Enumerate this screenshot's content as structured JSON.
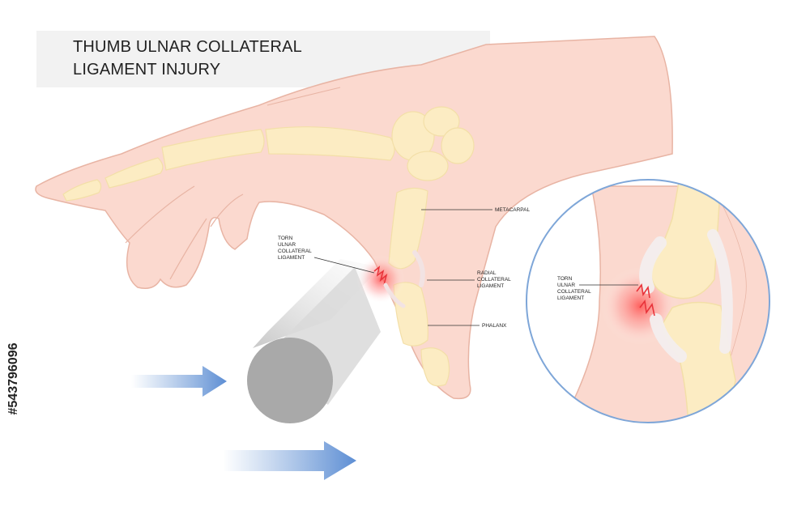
{
  "title": {
    "line1": "THUMB ULNAR COLLATERAL",
    "line2": "LIGAMENT INJURY"
  },
  "labels": {
    "metacarpal": "METACARPAL",
    "torn_ulnar_collateral_ligament": [
      "TORN",
      "ULNAR",
      "COLLATERAL",
      "LIGAMENT"
    ],
    "radial_collateral_ligament": [
      "RADIAL",
      "COLLATERAL",
      "LIGAMENT"
    ],
    "phalanx": "PHALANX",
    "inset_torn_ulnar_collateral_ligament": [
      "TORN",
      "ULNAR",
      "COLLATERAL",
      "LIGAMENT"
    ]
  },
  "side_id": "#543796096",
  "colors": {
    "skin": "#fbd9cf",
    "skin_outline": "#e8b4a4",
    "bone": "#fcecc3",
    "bone_outline": "#f3dfa8",
    "tear_red": "#e8333a",
    "arrow_blue": "#6f9bd6",
    "inset_ring": "#7ea6d8",
    "pole_gray": "#cfcfcf"
  }
}
